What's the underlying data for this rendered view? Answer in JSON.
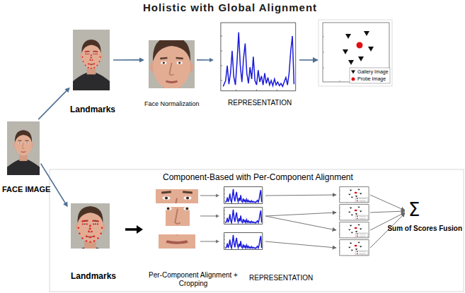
{
  "diagram": {
    "title": "Holistic with Global Alignment",
    "nodes": [
      {
        "text": [
          "FACE IMAGE"
        ]
      },
      {
        "text": [
          "Landmarks"
        ]
      },
      {
        "text": [
          "Face Normalization"
        ]
      },
      {
        "text": [
          "REPRESENTATION"
        ]
      },
      {
        "text": [
          "Landmarks"
        ]
      },
      {
        "text": [
          "Per-Component Alignment + Cropping"
        ]
      },
      {
        "text": [
          "REPRESENTATION"
        ]
      }
    ],
    "edges": [
      {
        "from": 0,
        "to": 1,
        "arrow": "to"
      },
      {
        "from": 1,
        "to": 2,
        "arrow": "to"
      },
      {
        "from": 2,
        "to": 3,
        "arrow": "to"
      },
      {
        "from": 0,
        "to": 4,
        "arrow": "to"
      },
      {
        "from": 4,
        "to": 5,
        "arrow": "to"
      },
      {
        "from": 5,
        "to": 6,
        "arrow": "to"
      },
      {
        "from": 5,
        "to": 6,
        "arrow": "to"
      },
      {
        "from": 5,
        "to": 6,
        "arrow": "to"
      }
    ],
    "labels": [
      "Component-Based with Per-Component Alignment",
      "Σ",
      "Sum of Scores Fusion"
    ],
    "legend": [
      {
        "text": "Gallery Image"
      },
      {
        "text": "Probe Image"
      }
    ]
  }
}
